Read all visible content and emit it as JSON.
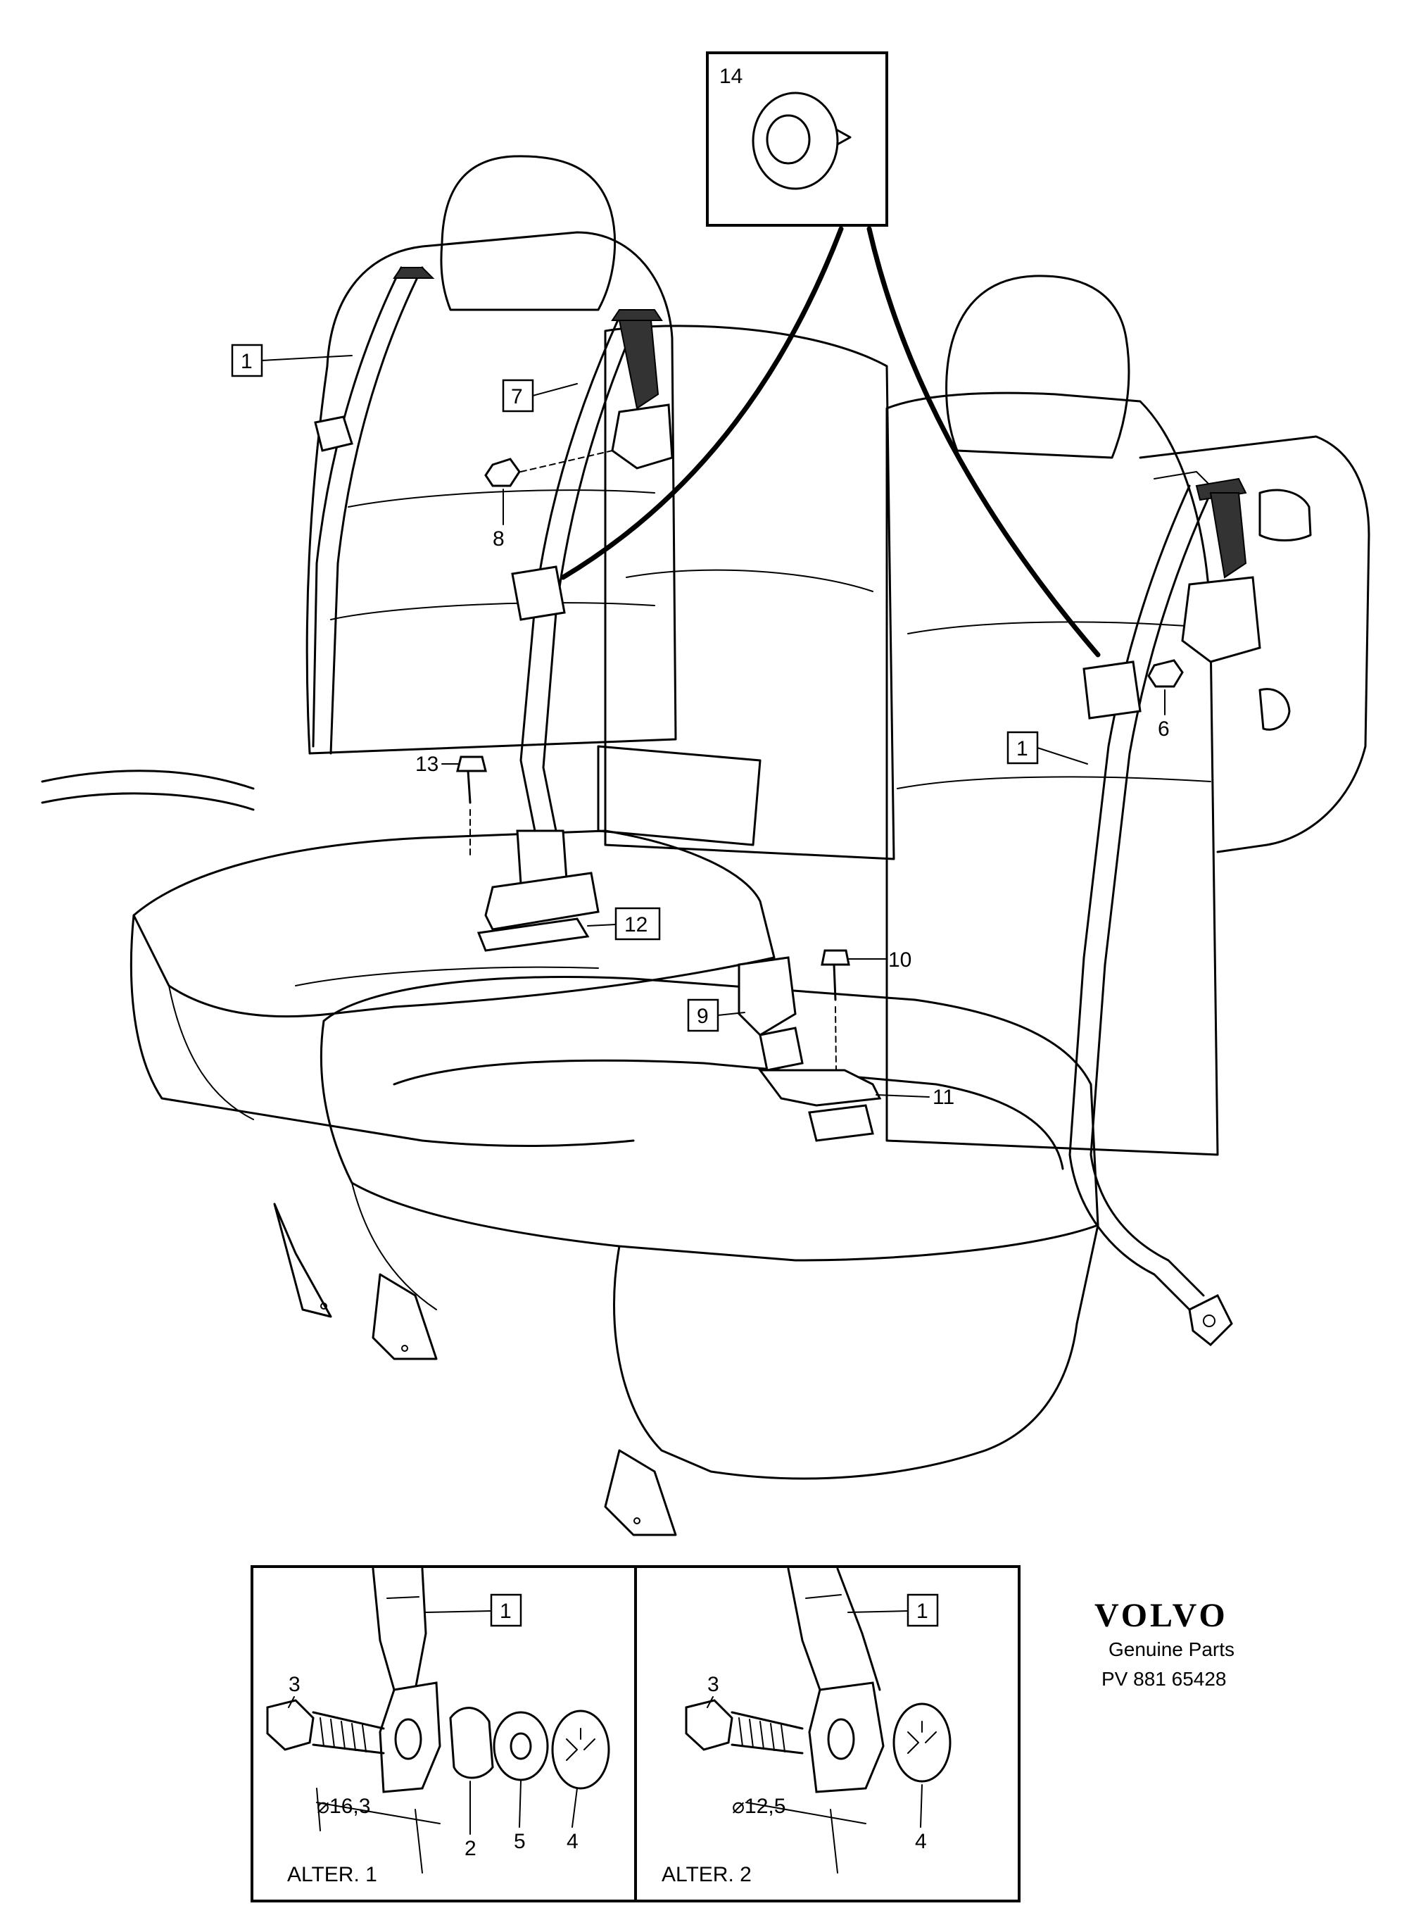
{
  "callouts": {
    "c1a": "1",
    "c1b": "1",
    "c1c": "1",
    "c1d": "1",
    "c2": "2",
    "c3a": "3",
    "c3b": "3",
    "c4a": "4",
    "c4b": "4",
    "c5": "5",
    "c6": "6",
    "c7": "7",
    "c8": "8",
    "c9": "9",
    "c10": "10",
    "c11": "11",
    "c12": "12",
    "c13": "13",
    "c14": "14"
  },
  "dimensions": {
    "alt1_diameter": "⌀16,3",
    "alt2_diameter": "⌀12,5"
  },
  "insets": {
    "alt1_label": "ALTER. 1",
    "alt2_label": "ALTER. 2"
  },
  "brand": {
    "name": "VOLVO",
    "tagline": "Genuine Parts",
    "code": "PV 881 65428"
  }
}
